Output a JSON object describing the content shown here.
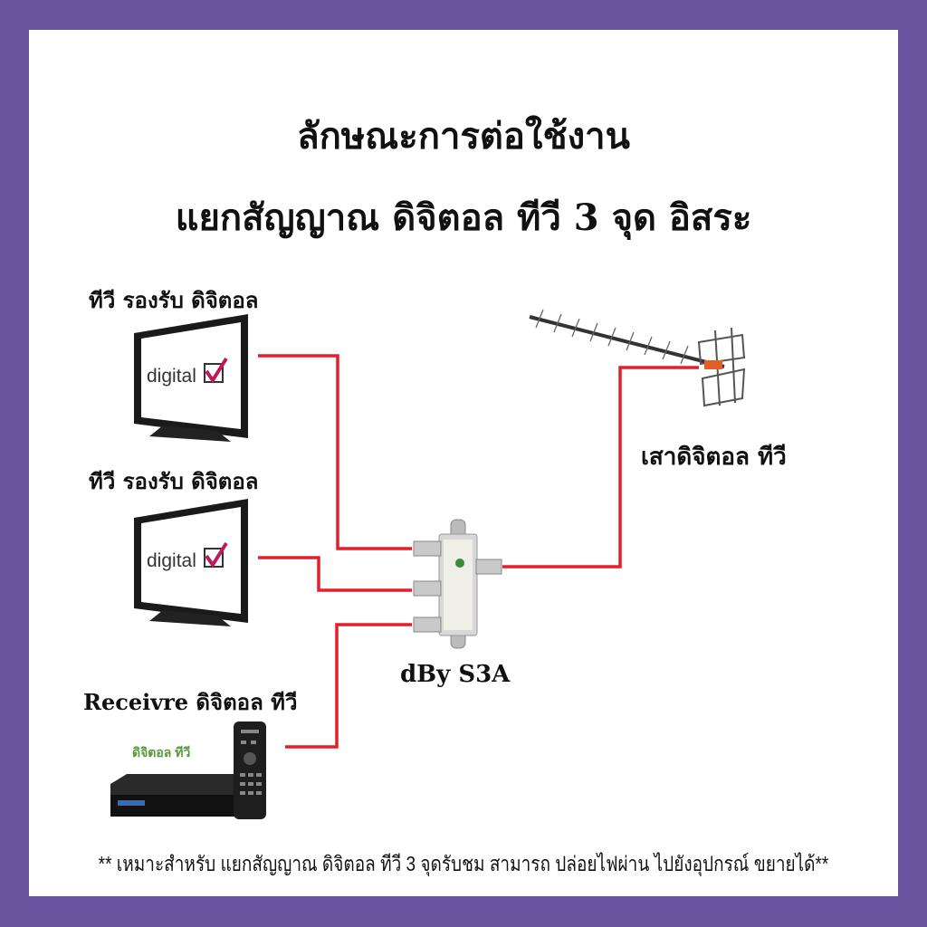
{
  "title": {
    "line1": "ลักษณะการต่อใช้งาน",
    "line2": "แยกสัญญาณ ดิจิตอล ทีวี 3 จุด อิสระ"
  },
  "devices": {
    "tv1_label": "ทีวี รองรับ ดิจิตอล",
    "tv2_label": "ทีวี รองรับ ดิจิตอล",
    "receiver_label": "Receivre ดิจิตอล ทีวี",
    "antenna_label": "เสาดิจิตอล ทีวี",
    "splitter_label": "dBy  S3A",
    "tv_screen_text": "digital",
    "receiver_logo_text": "ดิจิตอล ทีวี"
  },
  "footer_note": "** เหมาะสำหรับ แยกสัญญาณ ดิจิตอล ทีวี 3 จุดรับชม สามารถ ปล่อยไฟผ่าน ไปยังอุปกรณ์ ขยายได้**",
  "colors": {
    "border": "#6a54a0",
    "cable": "#e3202a",
    "check": "#c2185b"
  }
}
